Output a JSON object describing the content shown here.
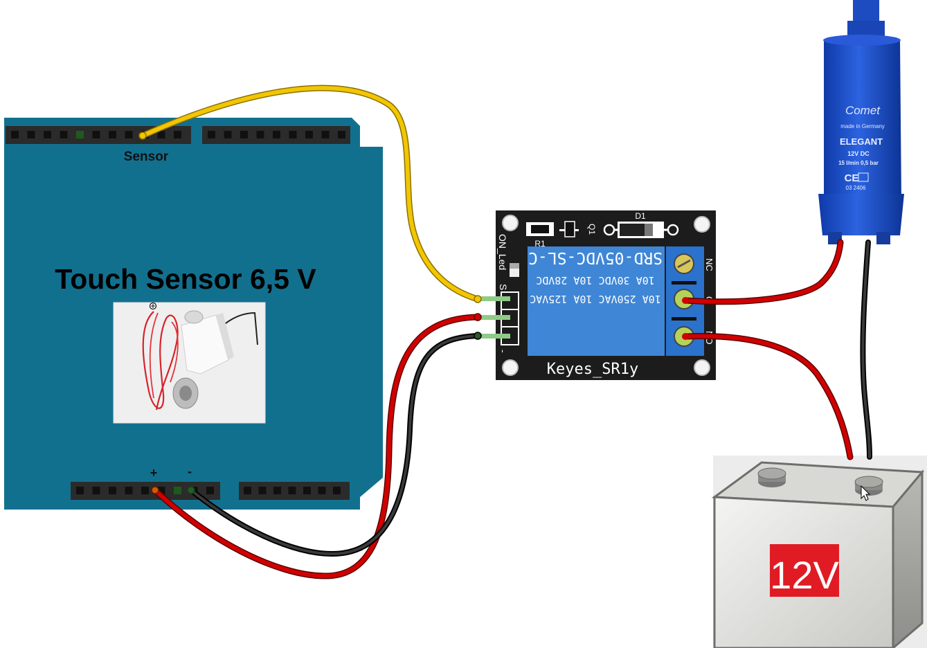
{
  "board": {
    "title": "Touch Sensor 6,5 V",
    "pin_sensor_label": "Sensor",
    "pin_plus_label": "+",
    "pin_minus_label": "-"
  },
  "relay": {
    "name": "Keyes_SR1y",
    "relay_model": "SRD-05VDC-SL-C",
    "rating_line1": "10A 30VDC 10A 28VDC",
    "rating_line2": "10A 250VAC 10A 125VAC",
    "r1_label": "R1",
    "q1_label": "Q1",
    "d1_label": "D1",
    "led_label": "ON_Led",
    "pin_s_label": "S",
    "pin_gnd_label": "-",
    "nc_label": "NC",
    "c_label": "C",
    "no_label": "NO"
  },
  "pump": {
    "brand": "Comet",
    "made_in": "made in Germany",
    "model": "ELEGANT",
    "voltage": "12V DC",
    "spec": "15 l/min 0,5 bar",
    "ce": "CE",
    "code": "03 2406"
  },
  "battery": {
    "label": "12V"
  },
  "colors": {
    "board": "#12708f",
    "relay_pcb": "#1c1c1c",
    "relay_body": "#3f86d6",
    "terminal": "#2a72cc",
    "pump": "#1f4fc4",
    "wire_yellow": "#f2c600",
    "wire_red": "#d10000",
    "wire_black": "#1b1b1b",
    "battery_label": "#e01b24"
  }
}
